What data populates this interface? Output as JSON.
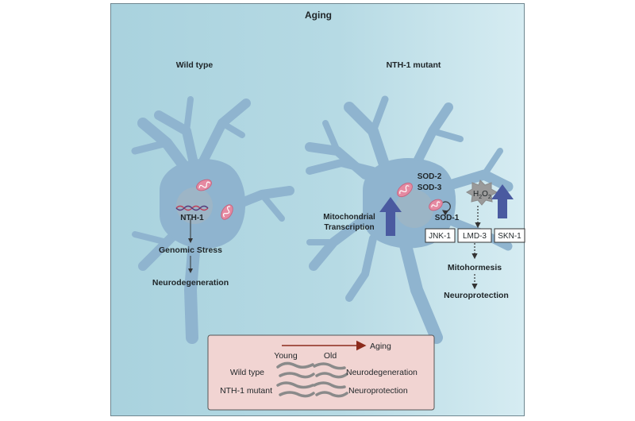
{
  "title": "Aging",
  "wild_type": {
    "heading": "Wild type",
    "dna_label": "NTH-1",
    "step1": "Genomic Stress",
    "step2": "Neurodegeneration"
  },
  "mutant": {
    "heading": "NTH-1 mutant",
    "sod2": "SOD-2",
    "sod3": "SOD-3",
    "sod1": "SOD-1",
    "h2o2_main": "H",
    "h2o2_sub1": "2",
    "h2o2_mid": "O",
    "h2o2_sub2": "2",
    "mito_line1": "Mitochondrial",
    "mito_line2": "Transcription",
    "box1": "JNK-1",
    "box2": "LMD-3",
    "box3": "SKN-1",
    "step1": "Mitohormesis",
    "step2": "Neuroprotection"
  },
  "legend": {
    "young": "Young",
    "old": "Old",
    "aging": "Aging",
    "row1_label": "Wild type",
    "row1_outcome": "Neurodegeneration",
    "row2_label": "NTH-1 mutant",
    "row2_outcome": "Neuroprotection"
  },
  "colors": {
    "neuron": "#8fb4cf",
    "arrow_up": "#4a5aa0",
    "mito": "#e58aa2",
    "legend_bg": "#f1d4d2",
    "aging_arrow": "#8c2b1c"
  }
}
